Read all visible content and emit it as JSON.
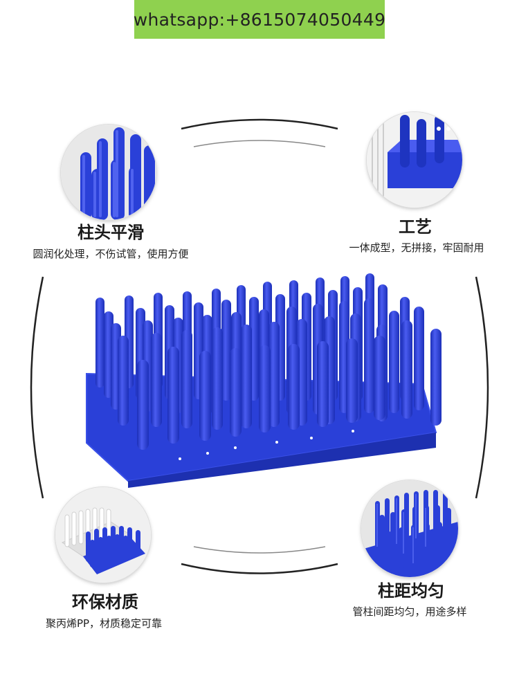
{
  "banner": {
    "text": "whatsapp:+8615074050449"
  },
  "colors": {
    "accent": "#2a40d8",
    "banner_bg": "#8fd14f"
  },
  "features": [
    {
      "title": "柱头平滑",
      "desc": "圆润化处理，不伤试管，使用方便",
      "icon": "rounded-pin-tips-photo"
    },
    {
      "title": "工艺",
      "desc": "一体成型，无拼接，牢固耐用",
      "icon": "rack-corner-photo"
    },
    {
      "title": "环保材质",
      "desc": "聚丙烯PP，材质稳定可靠",
      "icon": "white-and-blue-racks-photo"
    },
    {
      "title": "柱距均匀",
      "desc": "管柱间距均匀，用途多样",
      "icon": "rack-top-view-photo"
    }
  ]
}
